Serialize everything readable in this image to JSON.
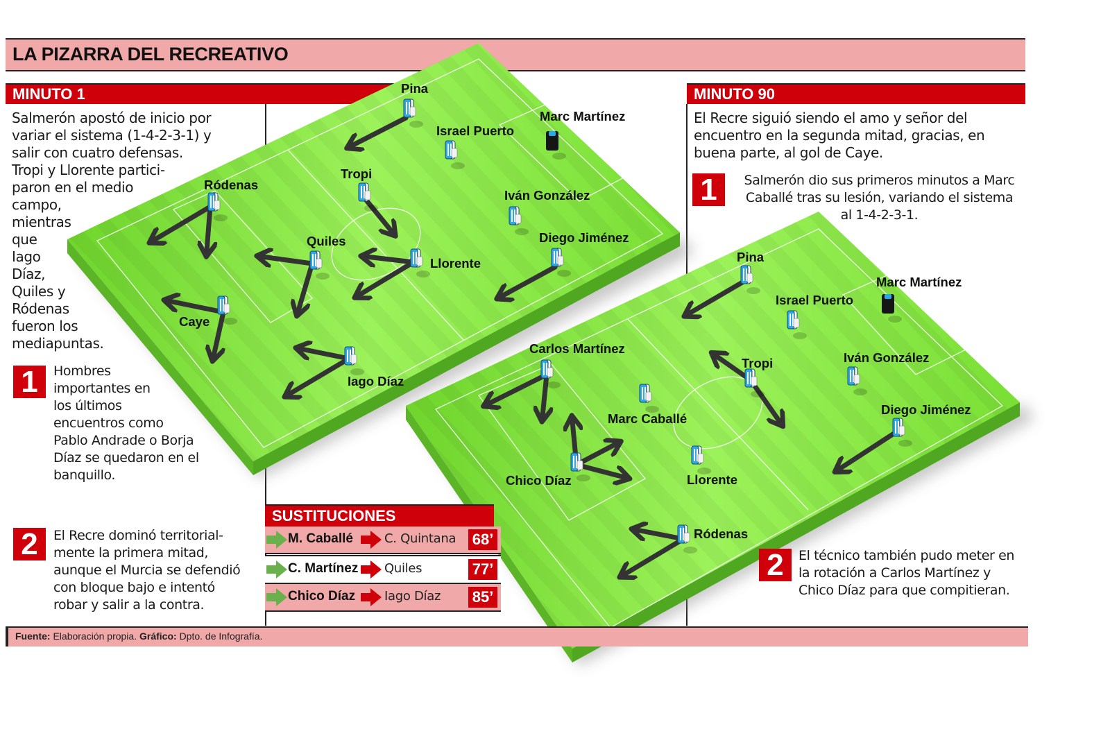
{
  "header": {
    "title": "LA PIZARRA DEL RECREATIVO"
  },
  "minuto1": {
    "label": "MINUTO 1",
    "intro_lines": [
      "Salmerón apostó de inicio por",
      "variar el sistema (1-4-2-3-1) y",
      "salir con cuatro defensas.",
      "Tropi y Llorente partici-",
      "paron en el medio",
      "campo,",
      "mientras",
      "que",
      "Iago",
      "Díaz,",
      "Quiles y",
      "Ródenas",
      "fueron los",
      "mediapuntas."
    ],
    "notes": [
      {
        "number": "1",
        "lines": [
          "Hombres",
          "importantes en",
          "los últimos",
          "encuentros como",
          "Pablo Andrade o Borja",
          "Díaz se quedaron en el",
          "banquillo."
        ]
      },
      {
        "number": "2",
        "lines": [
          "El Recre dominó territorial-",
          "mente la primera mitad,",
          "aunque el Murcia se defendió",
          "con bloque bajo e intentó",
          "robar y salir a la contra."
        ]
      }
    ],
    "players": [
      {
        "name": "Pina",
        "role": "field"
      },
      {
        "name": "Israel Puerto",
        "role": "field"
      },
      {
        "name": "Marc Martínez",
        "role": "goalkeeper"
      },
      {
        "name": "Tropi",
        "role": "field"
      },
      {
        "name": "Iván González",
        "role": "field"
      },
      {
        "name": "Ródenas",
        "role": "field"
      },
      {
        "name": "Quiles",
        "role": "field"
      },
      {
        "name": "Llorente",
        "role": "field"
      },
      {
        "name": "Diego Jiménez",
        "role": "field"
      },
      {
        "name": "Caye",
        "role": "field"
      },
      {
        "name": "Iago Díaz",
        "role": "field"
      }
    ]
  },
  "minuto90": {
    "label": "MINUTO 90",
    "intro_lines": [
      "El Recre siguió siendo el amo y señor del",
      "encuentro en la segunda mitad, gracias, en",
      "buena parte, al gol de Caye."
    ],
    "notes": [
      {
        "number": "1",
        "lines": [
          "Salmerón dio sus primeros minutos a Marc",
          "Caballé tras su lesión, variando el sistema",
          "al 1-4-2-3-1."
        ]
      },
      {
        "number": "2",
        "lines": [
          "El técnico también pudo meter en",
          "la rotación a Carlos Martínez y",
          "Chico Díaz para que compitieran."
        ]
      }
    ],
    "players": [
      {
        "name": "Pina",
        "role": "field"
      },
      {
        "name": "Marc Martínez",
        "role": "goalkeeper"
      },
      {
        "name": "Israel Puerto",
        "role": "field"
      },
      {
        "name": "Carlos Martínez",
        "role": "field"
      },
      {
        "name": "Tropi",
        "role": "field"
      },
      {
        "name": "Iván González",
        "role": "field"
      },
      {
        "name": "Marc Caballé",
        "role": "field"
      },
      {
        "name": "Diego Jiménez",
        "role": "field"
      },
      {
        "name": "Chico Díaz",
        "role": "field"
      },
      {
        "name": "Llorente",
        "role": "field"
      },
      {
        "name": "Ródenas",
        "role": "field"
      }
    ]
  },
  "substitutions": {
    "title": "SUSTITUCIONES",
    "rows": [
      {
        "in": "M. Caballé",
        "out": "C. Quintana",
        "minute": "68’"
      },
      {
        "in": "C. Martínez",
        "out": "Quiles",
        "minute": "77’"
      },
      {
        "in": "Chico Díaz",
        "out": "Iago Díaz",
        "minute": "85’"
      }
    ],
    "icons": {
      "in": "green-arrow-in-icon",
      "out": "red-arrow-out-icon"
    }
  },
  "footer": {
    "source_label": "Fuente:",
    "source_value": "Elaboración propia.",
    "graphic_label": "Gráfico:",
    "graphic_value": "Dpto. de Infografía."
  },
  "colors": {
    "accent_red": "#d0000b",
    "band_pink": "#f0a8a8",
    "pitch_green": "#7fe03a",
    "pitch_edge": "#5cb82a",
    "player_blue": "#2aa8e8",
    "arrow_dark": "#333333",
    "sub_in_green": "#6ab04c"
  }
}
